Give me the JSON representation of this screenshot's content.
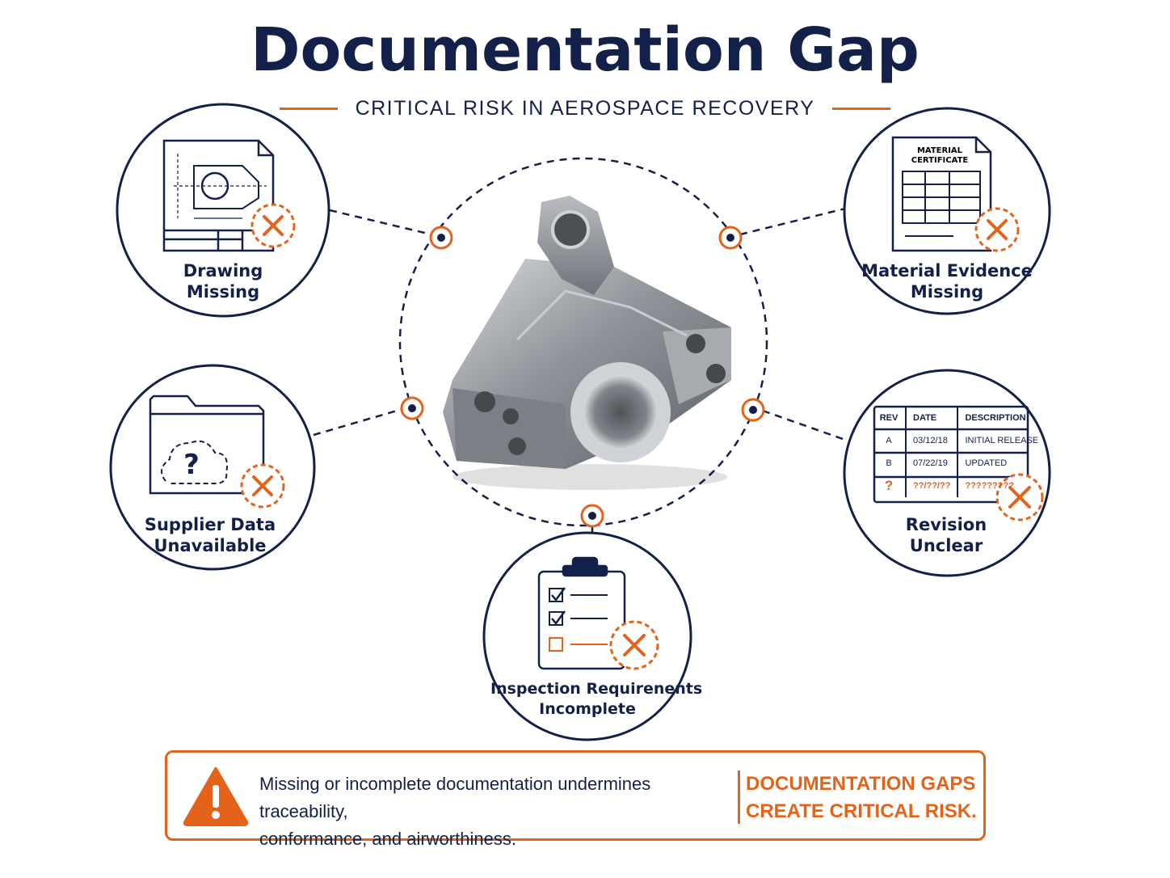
{
  "header": {
    "title": "Documentation Gap",
    "subtitle": "CRITICAL RISK IN AEROSPACE RECOVERY"
  },
  "colors": {
    "navy": "#13214a",
    "orange": "#e4631b",
    "part_metal": "#9a9ea4"
  },
  "icons": [
    "drawing-icon",
    "material-certificate-icon",
    "folder-cloud-question-icon",
    "revision-table-icon",
    "clipboard-checklist-icon",
    "x-icon",
    "warning-triangle-icon"
  ],
  "nodes": {
    "drawing": {
      "line1": "Drawing",
      "line2": "Missing"
    },
    "material": {
      "line1": "Material Evidence",
      "line2": "Missing",
      "doc_header_line1": "MATERIAL",
      "doc_header_line2": "CERTIFICATE"
    },
    "supplier": {
      "line1": "Supplier Data",
      "line2": "Unavailable",
      "icon_glyph": "?"
    },
    "revision": {
      "line1": "Revision",
      "line2": "Unclear",
      "table": {
        "headers": [
          "REV",
          "DATE",
          "DESCRIPTION"
        ],
        "rows": [
          [
            "A",
            "03/12/18",
            "INITIAL RELEASE"
          ],
          [
            "B",
            "07/22/19",
            "UPDATED"
          ],
          [
            "?",
            "??/??/??",
            "?????????"
          ]
        ]
      }
    },
    "inspection": {
      "line1": "Inspection Requirenents",
      "line2": "Incomplete"
    }
  },
  "callout": {
    "message_line1": "Missing or incomplete documentation undermines traceability,",
    "message_line2": "conformance, and airworthiness.",
    "alert_line1": "DOCUMENTATION GAPS",
    "alert_line2": "CREATE CRITICAL RISK."
  }
}
